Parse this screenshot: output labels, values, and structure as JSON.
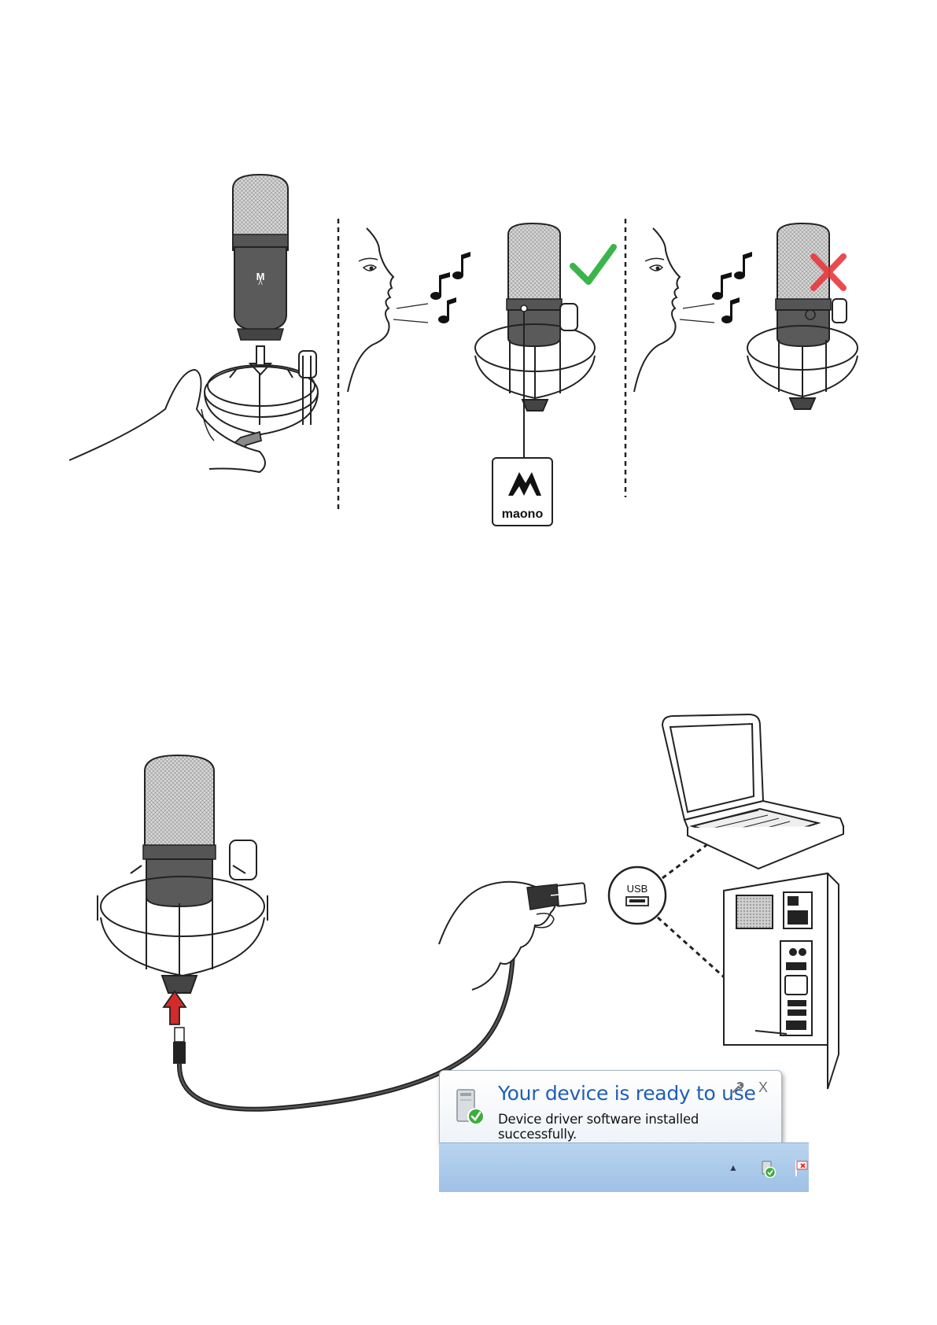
{
  "logo": {
    "brand": "maono"
  },
  "port": {
    "label": "USB"
  },
  "notification": {
    "title": "Your device is ready to use",
    "message": "Device driver software installed successfully.",
    "close_label": "X"
  },
  "colors": {
    "check": "#3bb54a",
    "cross": "#e8383d",
    "arrow_red": "#d42a2a",
    "popup_title": "#1f5fb4"
  }
}
